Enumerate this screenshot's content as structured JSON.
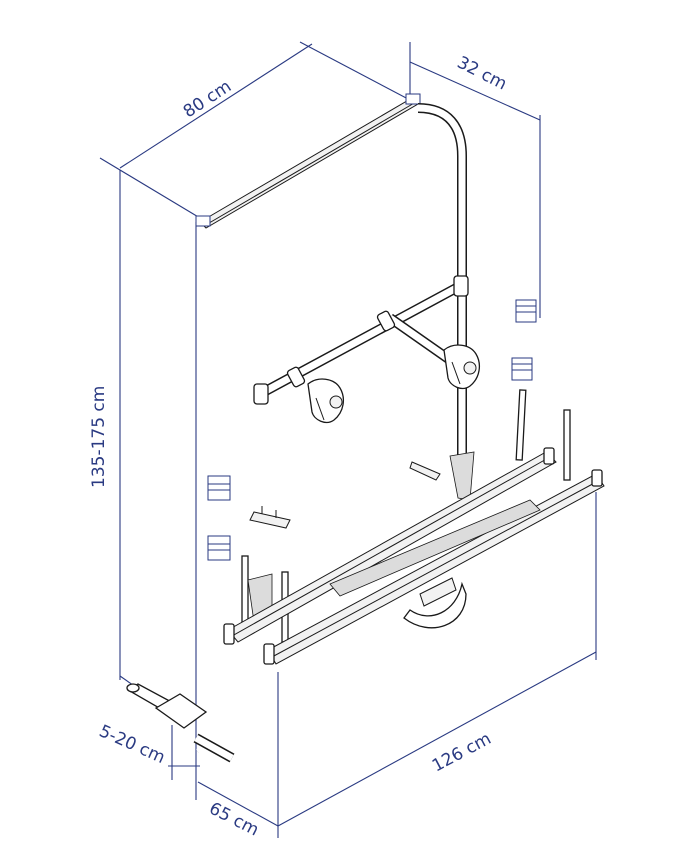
{
  "dimensions": {
    "top_width": "80 cm",
    "depth_top": "32 cm",
    "height": "135-175 cm",
    "offset": "5-20 cm",
    "depth_bottom": "65 cm",
    "bottom_width": "126 cm"
  },
  "colors": {
    "dimension": "#2a3a82",
    "outline": "#1a1a1a"
  }
}
